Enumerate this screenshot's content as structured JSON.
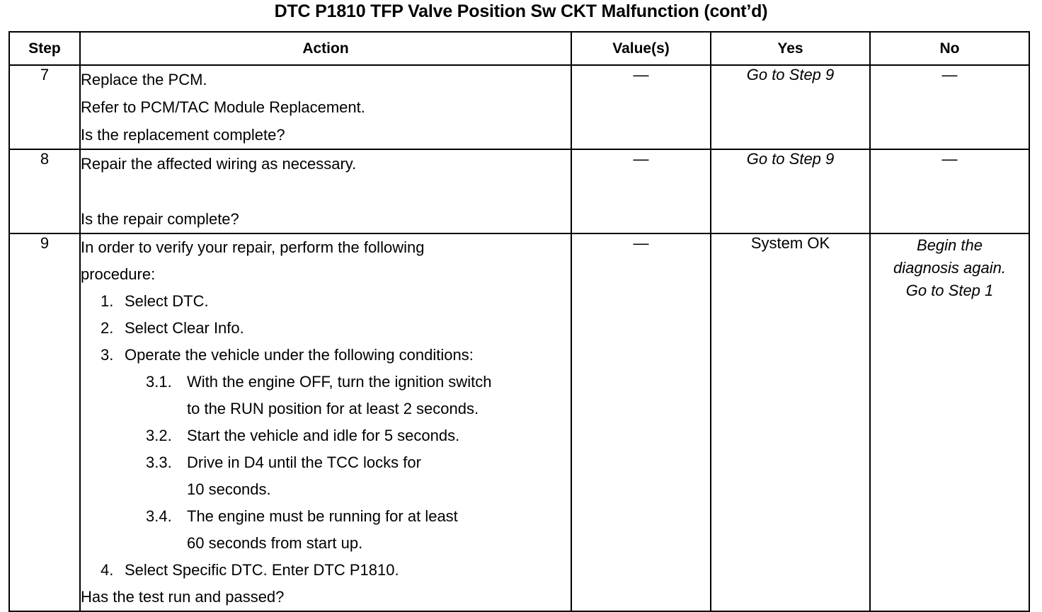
{
  "document": {
    "title": "DTC P1810 TFP Valve Position Sw CKT Malfunction (cont’d)"
  },
  "table": {
    "headers": {
      "step": "Step",
      "action": "Action",
      "value": "Value(s)",
      "yes": "Yes",
      "no": "No"
    },
    "rows": [
      {
        "step": "7",
        "action_lines": [
          "Replace the PCM.",
          "Refer to PCM/TAC Module Replacement.",
          "Is the replacement complete?"
        ],
        "value": "—",
        "yes": "Go to Step 9",
        "no": "—"
      },
      {
        "step": "8",
        "action_lines": [
          "Repair the affected wiring as necessary.",
          "",
          "Is the repair complete?"
        ],
        "value": "—",
        "yes": "Go to Step 9",
        "no": "—"
      },
      {
        "step": "9",
        "intro_line_1": "In order to verify your repair, perform the following",
        "intro_line_2": "procedure:",
        "numbered": [
          {
            "num": "1.",
            "text": "Select DTC."
          },
          {
            "num": "2.",
            "text": "Select Clear Info."
          },
          {
            "num": "3.",
            "text": "Operate the vehicle under the following conditions:"
          }
        ],
        "substeps": [
          {
            "num": "3.1.",
            "line1": "With the engine OFF, turn the ignition switch",
            "line2": "to the RUN position for at least 2 seconds."
          },
          {
            "num": "3.2.",
            "line1": "Start the vehicle and idle for 5 seconds.",
            "line2": ""
          },
          {
            "num": "3.3.",
            "line1": "Drive in D4 until the TCC locks for",
            "line2": "10 seconds."
          },
          {
            "num": "3.4.",
            "line1": "The engine must be running for at least",
            "line2": "60 seconds from start up."
          }
        ],
        "numbered_tail": [
          {
            "num": "4.",
            "text": "Select Specific DTC. Enter DTC P1810."
          }
        ],
        "closing_question": "Has the test run and passed?",
        "value": "—",
        "yes": "System OK",
        "no_lines": [
          "Begin the",
          "diagnosis again.",
          "Go to Step 1"
        ]
      }
    ]
  }
}
